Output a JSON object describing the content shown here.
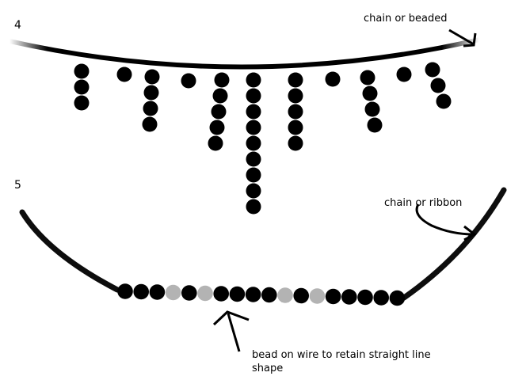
{
  "figure_4": {
    "number": "4",
    "annotation": "chain or beaded",
    "dangles": [
      [
        1,
        1,
        1
      ],
      [
        1
      ],
      [
        1,
        1,
        1,
        1
      ],
      [
        1
      ],
      [
        1,
        1,
        1,
        1,
        1
      ],
      [
        1,
        1,
        1,
        1,
        1,
        1,
        1,
        1,
        1
      ],
      [
        1,
        1,
        1,
        1,
        1
      ],
      [
        1
      ],
      [
        1,
        1,
        1,
        1
      ],
      [
        1
      ],
      [
        1,
        1,
        1
      ]
    ]
  },
  "figure_5": {
    "number": "5",
    "annotation_chain": "chain or ribbon",
    "annotation_wire": "bead on wire to retain straight line shape",
    "bead_pattern": [
      "black",
      "black",
      "black",
      "gray",
      "black",
      "gray",
      "black",
      "black",
      "black",
      "black",
      "gray",
      "black",
      "gray",
      "black",
      "black",
      "black",
      "black",
      "black"
    ]
  },
  "colors": {
    "bead_black": "#000000",
    "bead_gray": "#b3b3b3",
    "line": "#000000"
  },
  "icons": [
    "arrow-icon"
  ]
}
